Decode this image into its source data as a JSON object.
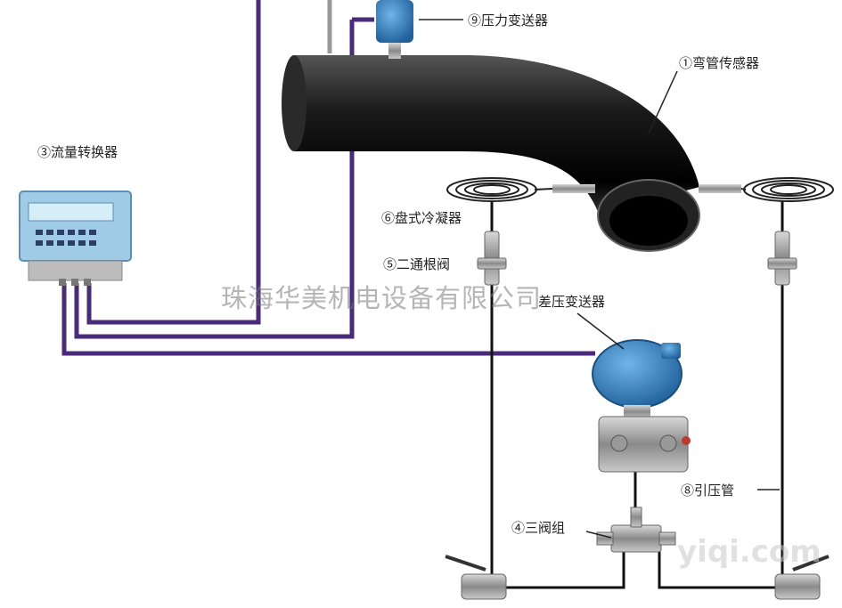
{
  "labels": {
    "pressure_transmitter": "⑨压力变送器",
    "elbow_sensor": "①弯管传感器",
    "flow_converter": "③流量转换器",
    "coil_condenser": "⑥盘式冷凝器",
    "root_valve": "⑤二通根阀",
    "dp_transmitter": "差压变送器",
    "impulse_tube": "⑧引压管",
    "three_valve": "④三阀组"
  },
  "watermark": "珠海华美机电设备有限公司",
  "watermark_site": "yiqi.com",
  "colors": {
    "cable": "#4a2a7a",
    "pipe": "#1a1a1a",
    "transmitter": "#2f7fbf",
    "converter": "#9fcbe6"
  }
}
